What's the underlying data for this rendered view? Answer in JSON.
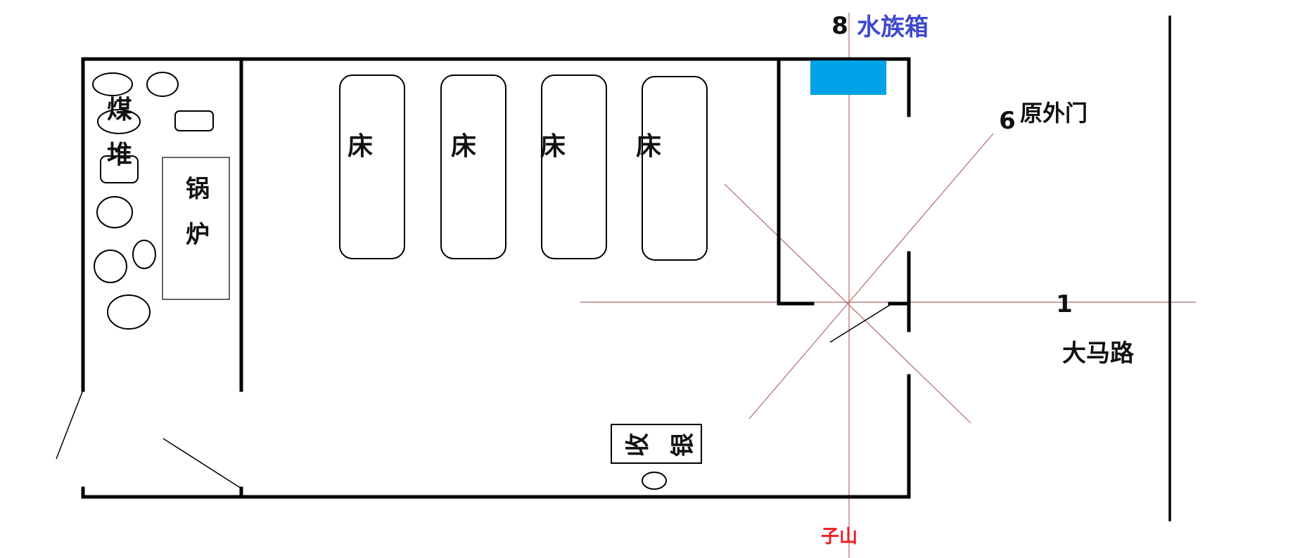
{
  "labels": {
    "coal_pile_top": "煤",
    "coal_pile_bottom": "堆",
    "boiler_top": "锅",
    "boiler_bottom": "炉",
    "bed": "床",
    "cashier_left": "收",
    "cashier_right": "银",
    "aquarium_number": "8",
    "aquarium": "水族箱",
    "original_door_number": "6",
    "original_door": "原外门",
    "road_number": "1",
    "road": "大马路",
    "mountain": "子山"
  },
  "colors": {
    "aquarium_fill": "#00a2e8",
    "aquarium_text": "#3f48cc",
    "mountain_text": "#ed1c24",
    "compass_lines": "#b06a6a",
    "walls": "#000000"
  },
  "beds": [
    {
      "label_key": "bed"
    },
    {
      "label_key": "bed"
    },
    {
      "label_key": "bed"
    },
    {
      "label_key": "bed"
    }
  ]
}
